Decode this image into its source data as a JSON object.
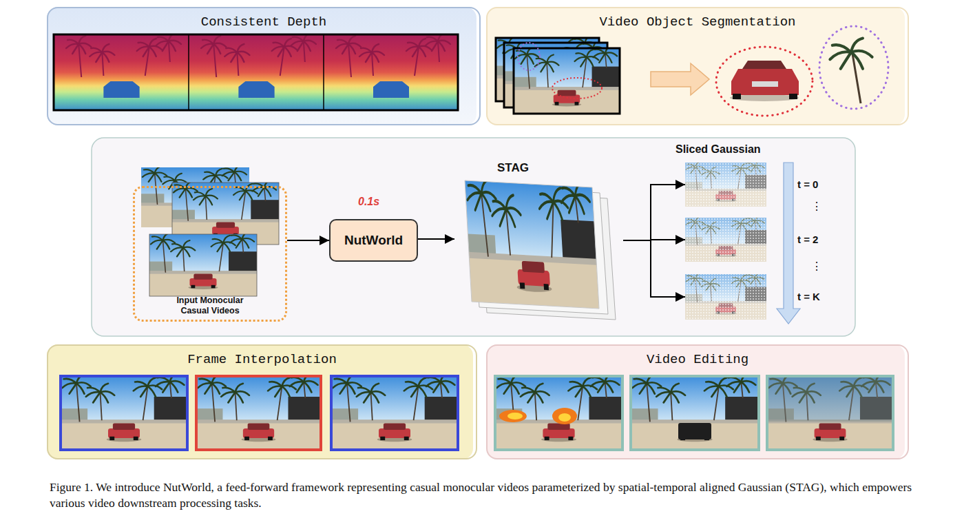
{
  "diagram": {
    "caption": "Figure 1. We introduce NutWorld, a feed-forward framework representing casual monocular videos parameterized by spatial-temporal aligned Gaussian (STAG), which empowers various video downstream processing tasks.",
    "nodes": [
      {
        "text": [
          "Consistent Depth"
        ]
      },
      {
        "text": [
          "Video Object Segmentation"
        ]
      },
      {
        "text": [
          "Input Monocular Casual Videos"
        ]
      },
      {
        "text": [
          "NutWorld"
        ]
      },
      {
        "text": [
          "STAG"
        ]
      },
      {
        "text": [
          "t = 0"
        ]
      },
      {
        "text": [
          "t = 2"
        ]
      },
      {
        "text": [
          "t = K"
        ]
      },
      {
        "text": [
          "Frame Interpolation"
        ]
      },
      {
        "text": [
          "Video Editing"
        ]
      }
    ],
    "edges": [
      {
        "from": 2,
        "to": 3,
        "arrow": "to"
      },
      {
        "from": 3,
        "to": 4,
        "arrow": "to"
      },
      {
        "from": 4,
        "to": 5,
        "arrow": "to"
      },
      {
        "from": 4,
        "to": 6,
        "arrow": "to"
      },
      {
        "from": 4,
        "to": 7,
        "arrow": "to"
      }
    ],
    "labels": [
      "0.1s",
      "Sliced Gaussian",
      "⋮",
      "⋮"
    ]
  }
}
